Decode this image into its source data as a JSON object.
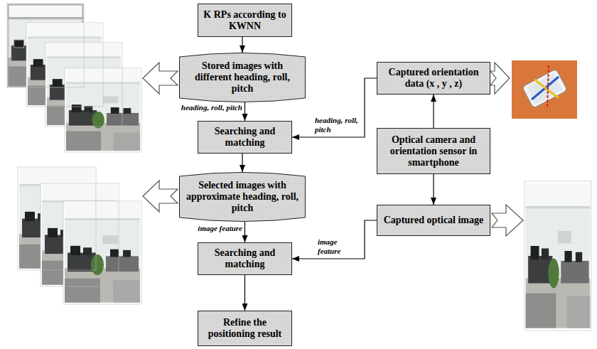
{
  "diagram": {
    "nodes": [
      {
        "text": [
          "K RPs according to KWNN"
        ]
      },
      {
        "text": [
          "Stored images with different heading, roll, pitch"
        ]
      },
      {
        "text": [
          "Searching and matching"
        ]
      },
      {
        "text": [
          "Selected images with approximate heading, roll, pitch"
        ]
      },
      {
        "text": [
          "Searching and matching"
        ]
      },
      {
        "text": [
          "Refine the positioning result"
        ]
      },
      {
        "text": [
          "Captured orientation data (x , y , z)"
        ]
      },
      {
        "text": [
          "Optical camera and orientation sensor in smartphone"
        ]
      },
      {
        "text": [
          "Captured optical image"
        ]
      }
    ],
    "edges": [
      {
        "from": 0,
        "to": 1,
        "arrow": "to"
      },
      {
        "from": 1,
        "to": 2,
        "arrow": "to",
        "label": "heading, roll, pitch"
      },
      {
        "from": 6,
        "to": 2,
        "arrow": "to",
        "label": "heading, roll, pitch"
      },
      {
        "from": 2,
        "to": 3,
        "arrow": "to"
      },
      {
        "from": 3,
        "to": 4,
        "arrow": "to",
        "label": "image feature"
      },
      {
        "from": 8,
        "to": 4,
        "arrow": "to",
        "label": "image feature"
      },
      {
        "from": 4,
        "to": 5,
        "arrow": "to"
      },
      {
        "from": 7,
        "to": 6,
        "arrow": "to"
      },
      {
        "from": 7,
        "to": 8,
        "arrow": "to"
      }
    ]
  }
}
